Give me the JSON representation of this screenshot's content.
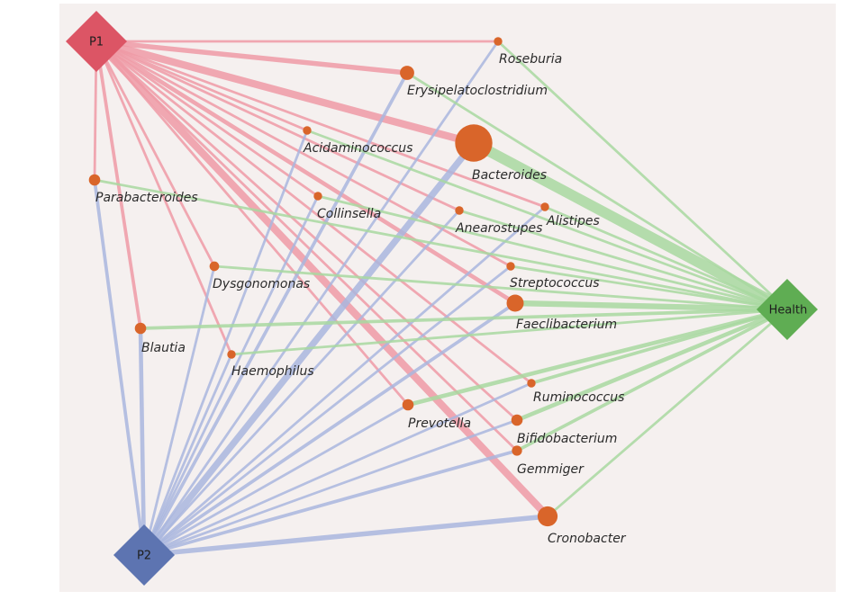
{
  "colors": {
    "panel_bg": "#f5f0ef",
    "taxon_node": "#d9652a",
    "edge_p1": "#ef9aa6",
    "edge_p2": "#a9b6de",
    "edge_health": "#a8d8a0",
    "p1_fill": "#dc5565",
    "p2_fill": "#5d74b1",
    "health_fill": "#5fad53"
  },
  "hubs": [
    {
      "id": "P1",
      "label": "P1"
    },
    {
      "id": "P2",
      "label": "P2"
    },
    {
      "id": "Health",
      "label": "Health"
    }
  ],
  "taxa": [
    {
      "id": "roseburia",
      "label": "Roseburia",
      "size": 1
    },
    {
      "id": "erysipelatoclostridium",
      "label": "Erysipelatoclostridium",
      "size": 2
    },
    {
      "id": "acidaminococcus",
      "label": "Acidaminococcus",
      "size": 1
    },
    {
      "id": "bacteroides",
      "label": "Bacteroides",
      "size": 6
    },
    {
      "id": "parabacteroides",
      "label": "Parabacteroides",
      "size": 1.5
    },
    {
      "id": "collinsella",
      "label": "Collinsella",
      "size": 1
    },
    {
      "id": "anearostupes",
      "label": "Anearostupes",
      "size": 1
    },
    {
      "id": "alistipes",
      "label": "Alistipes",
      "size": 1
    },
    {
      "id": "dysgonomonas",
      "label": "Dysgonomonas",
      "size": 1.2
    },
    {
      "id": "streptococcus",
      "label": "Streptococcus",
      "size": 1
    },
    {
      "id": "faeclibacterium",
      "label": "Faeclibacterium",
      "size": 2.5
    },
    {
      "id": "blautia",
      "label": "Blautia",
      "size": 1.5
    },
    {
      "id": "haemophilus",
      "label": "Haemophilus",
      "size": 1
    },
    {
      "id": "ruminococcus",
      "label": "Ruminococcus",
      "size": 1
    },
    {
      "id": "prevotella",
      "label": "Prevotella",
      "size": 1.5
    },
    {
      "id": "bifidobacterium",
      "label": "Bifidobacterium",
      "size": 1.5
    },
    {
      "id": "gemmiger",
      "label": "Gemmiger",
      "size": 1.3
    },
    {
      "id": "cronobacter",
      "label": "Cronobacter",
      "size": 3
    }
  ],
  "edges": [
    {
      "source": "P1",
      "target": "roseburia",
      "weight": 2
    },
    {
      "source": "P1",
      "target": "erysipelatoclostridium",
      "weight": 5
    },
    {
      "source": "P1",
      "target": "acidaminococcus",
      "weight": 2
    },
    {
      "source": "P1",
      "target": "bacteroides",
      "weight": 8
    },
    {
      "source": "P1",
      "target": "parabacteroides",
      "weight": 2
    },
    {
      "source": "P1",
      "target": "collinsella",
      "weight": 2
    },
    {
      "source": "P1",
      "target": "anearostupes",
      "weight": 2
    },
    {
      "source": "P1",
      "target": "alistipes",
      "weight": 2
    },
    {
      "source": "P1",
      "target": "dysgonomonas",
      "weight": 2
    },
    {
      "source": "P1",
      "target": "streptococcus",
      "weight": 2
    },
    {
      "source": "P1",
      "target": "faeclibacterium",
      "weight": 4
    },
    {
      "source": "P1",
      "target": "blautia",
      "weight": 3
    },
    {
      "source": "P1",
      "target": "haemophilus",
      "weight": 2
    },
    {
      "source": "P1",
      "target": "ruminococcus",
      "weight": 2
    },
    {
      "source": "P1",
      "target": "prevotella",
      "weight": 2
    },
    {
      "source": "P1",
      "target": "bifidobacterium",
      "weight": 2
    },
    {
      "source": "P1",
      "target": "gemmiger",
      "weight": 2
    },
    {
      "source": "P1",
      "target": "cronobacter",
      "weight": 8
    },
    {
      "source": "P2",
      "target": "roseburia",
      "weight": 2
    },
    {
      "source": "P2",
      "target": "erysipelatoclostridium",
      "weight": 3
    },
    {
      "source": "P2",
      "target": "acidaminococcus",
      "weight": 2
    },
    {
      "source": "P2",
      "target": "bacteroides",
      "weight": 7
    },
    {
      "source": "P2",
      "target": "parabacteroides",
      "weight": 3
    },
    {
      "source": "P2",
      "target": "collinsella",
      "weight": 2
    },
    {
      "source": "P2",
      "target": "anearostupes",
      "weight": 2
    },
    {
      "source": "P2",
      "target": "alistipes",
      "weight": 2
    },
    {
      "source": "P2",
      "target": "dysgonomonas",
      "weight": 2
    },
    {
      "source": "P2",
      "target": "streptococcus",
      "weight": 2
    },
    {
      "source": "P2",
      "target": "faeclibacterium",
      "weight": 3
    },
    {
      "source": "P2",
      "target": "blautia",
      "weight": 4
    },
    {
      "source": "P2",
      "target": "haemophilus",
      "weight": 2
    },
    {
      "source": "P2",
      "target": "ruminococcus",
      "weight": 2
    },
    {
      "source": "P2",
      "target": "prevotella",
      "weight": 2
    },
    {
      "source": "P2",
      "target": "bifidobacterium",
      "weight": 2
    },
    {
      "source": "P2",
      "target": "gemmiger",
      "weight": 3
    },
    {
      "source": "P2",
      "target": "cronobacter",
      "weight": 5
    },
    {
      "source": "Health",
      "target": "roseburia",
      "weight": 2
    },
    {
      "source": "Health",
      "target": "erysipelatoclostridium",
      "weight": 2
    },
    {
      "source": "Health",
      "target": "acidaminococcus",
      "weight": 2
    },
    {
      "source": "Health",
      "target": "bacteroides",
      "weight": 12
    },
    {
      "source": "Health",
      "target": "parabacteroides",
      "weight": 2
    },
    {
      "source": "Health",
      "target": "collinsella",
      "weight": 2
    },
    {
      "source": "Health",
      "target": "anearostupes",
      "weight": 2
    },
    {
      "source": "Health",
      "target": "alistipes",
      "weight": 2
    },
    {
      "source": "Health",
      "target": "dysgonomonas",
      "weight": 2
    },
    {
      "source": "Health",
      "target": "streptococcus",
      "weight": 2
    },
    {
      "source": "Health",
      "target": "faeclibacterium",
      "weight": 6
    },
    {
      "source": "Health",
      "target": "blautia",
      "weight": 3
    },
    {
      "source": "Health",
      "target": "haemophilus",
      "weight": 2
    },
    {
      "source": "Health",
      "target": "ruminococcus",
      "weight": 3
    },
    {
      "source": "Health",
      "target": "prevotella",
      "weight": 4
    },
    {
      "source": "Health",
      "target": "bifidobacterium",
      "weight": 4
    },
    {
      "source": "Health",
      "target": "gemmiger",
      "weight": 3
    },
    {
      "source": "Health",
      "target": "cronobacter",
      "weight": 2
    }
  ]
}
